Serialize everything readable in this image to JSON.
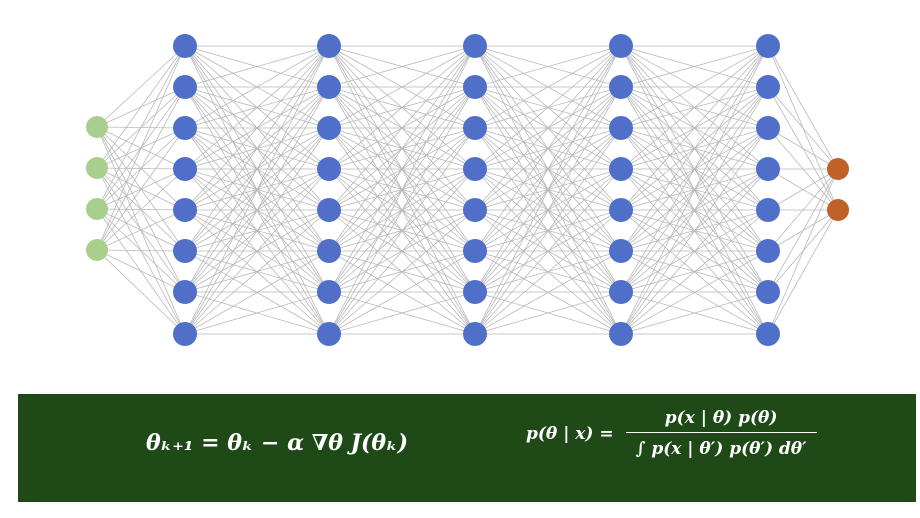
{
  "diagram": {
    "type": "neural-network",
    "layers": [
      {
        "name": "input",
        "nodes": 4,
        "color": "#a8cf8e"
      },
      {
        "name": "hidden",
        "nodes": 8,
        "color": "#4f6fc8"
      },
      {
        "name": "hidden",
        "nodes": 8,
        "color": "#4f6fc8"
      },
      {
        "name": "hidden",
        "nodes": 8,
        "color": "#4f6fc8"
      },
      {
        "name": "hidden",
        "nodes": 8,
        "color": "#4f6fc8"
      },
      {
        "name": "hidden",
        "nodes": 8,
        "color": "#4f6fc8"
      },
      {
        "name": "output",
        "nodes": 2,
        "color": "#c0612a"
      }
    ],
    "connections": "fully-connected",
    "edge_color": "#b9b9b9"
  },
  "formulas": {
    "background": "#1f4a17",
    "gradient_update": "θₖ₊₁ = θₖ − α ∇θ J(θₖ)",
    "bayes_lhs": "p(θ | x) =",
    "bayes_numerator": "p(x | θ) p(θ)",
    "bayes_denominator": "∫ p(x | θ′) p(θ′) dθ′"
  }
}
